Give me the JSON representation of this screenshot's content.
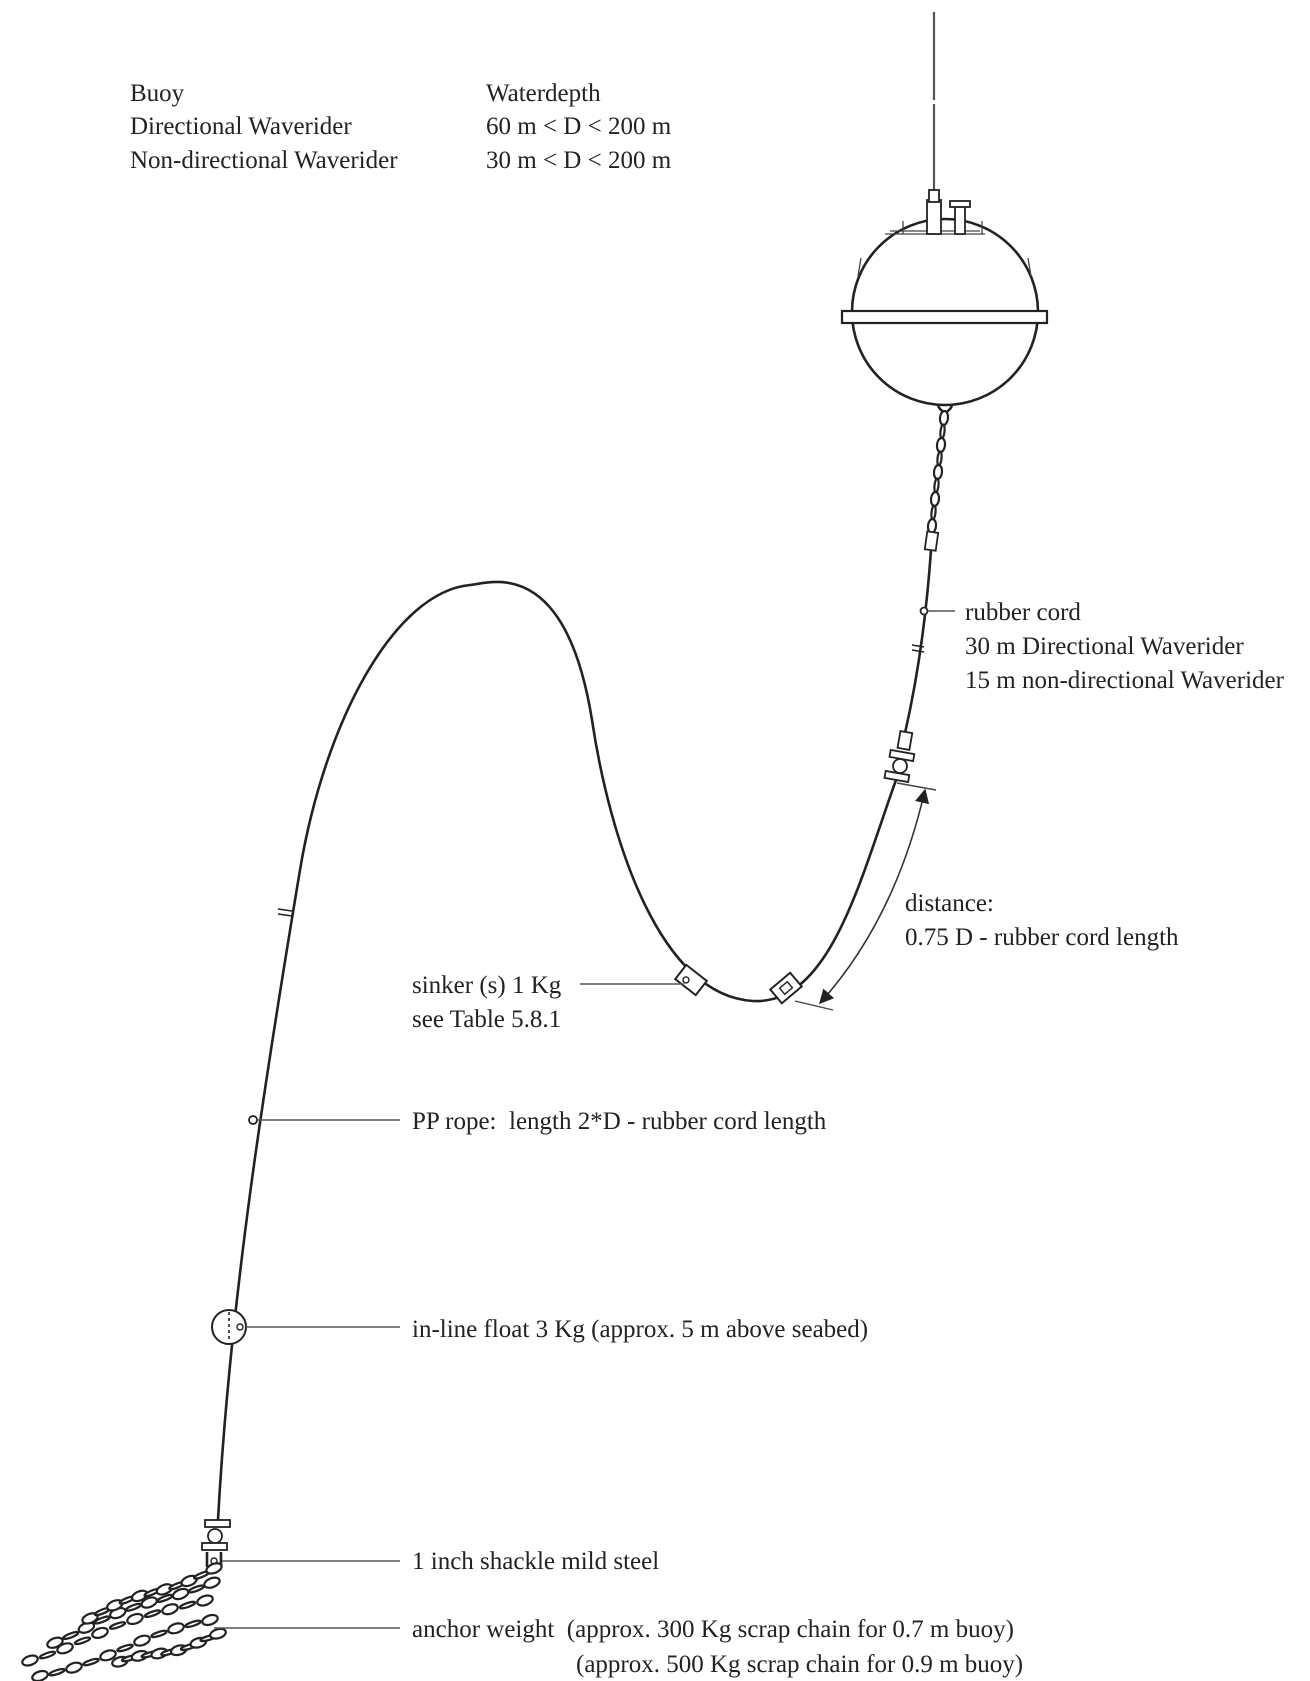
{
  "table": {
    "header": {
      "buoy": "Buoy",
      "depth": "Waterdepth"
    },
    "rows": [
      {
        "buoy": "Directional Waverider",
        "depth": "60 m < D < 200 m"
      },
      {
        "buoy": "Non-directional Waverider",
        "depth": "30 m < D < 200 m"
      }
    ]
  },
  "labels": {
    "rubber_cord": [
      "rubber cord",
      "30 m Directional Waverider",
      "15 m non-directional Waverider"
    ],
    "distance": [
      "distance:",
      "0.75 D - rubber cord length"
    ],
    "sinker": [
      "sinker (s) 1 Kg",
      "see Table 5.8.1"
    ],
    "pp_rope": "PP rope:  length 2*D - rubber cord length",
    "float": "in-line float 3 Kg (approx. 5 m above seabed)",
    "shackle": "1 inch shackle mild steel",
    "anchor": [
      "anchor weight  (approx. 300 Kg scrap chain for 0.7 m buoy)",
      "(approx. 500 Kg scrap chain for 0.9 m buoy)"
    ]
  }
}
